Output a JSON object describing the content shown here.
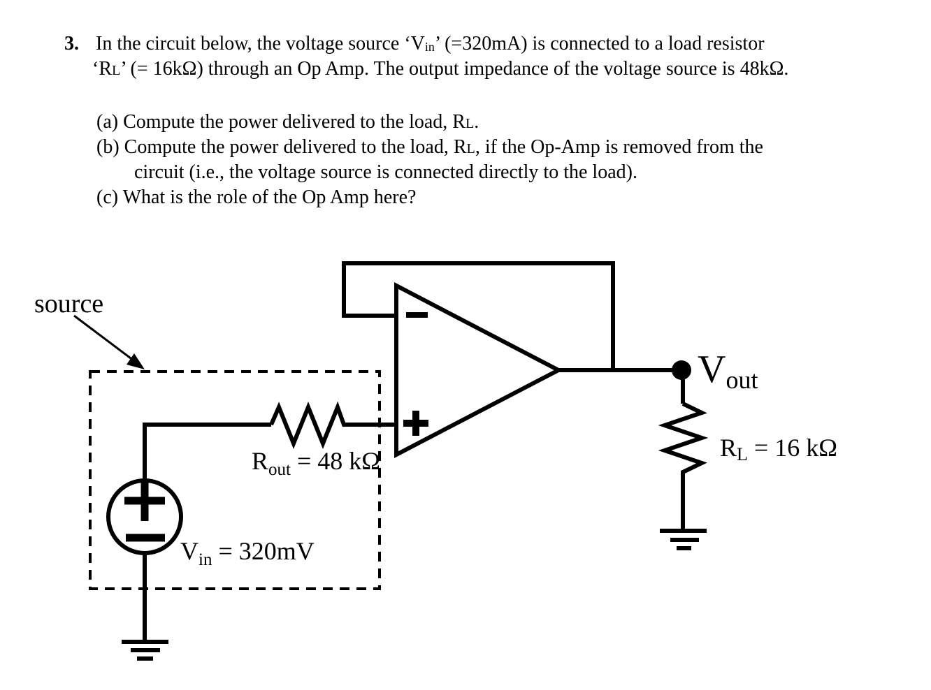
{
  "page": {
    "background": "#ffffff",
    "ink": "#000000"
  },
  "problem": {
    "number": "3.",
    "line1_pre": "In the circuit below, the voltage source ‘V",
    "line1_sub": "in",
    "line1_post": "’ (=320mA) is connected to a load resistor",
    "line2_pre": "‘R",
    "line2_sub": "L",
    "line2_post": "’ (= 16kΩ) through an Op Amp. The output impedance of the voltage source is 48kΩ.",
    "item_a_pre": "(a) Compute the power delivered to the load, R",
    "item_a_sub": "L",
    "item_a_post": ".",
    "item_b_pre": "(b) Compute the power delivered to the load, R",
    "item_b_sub": "L",
    "item_b_post": ", if the Op-Amp is removed from the",
    "item_b_cont": "circuit (i.e., the voltage source is connected directly to the load).",
    "item_c": "(c) What is the role of the Op Amp here?"
  },
  "circuit": {
    "source_label": "source",
    "vin_base": "V",
    "vin_sub": "in",
    "vin_rest": " = 320mV",
    "rout_base": "R",
    "rout_sub": "out",
    "rout_rest": " = 48 kΩ",
    "vout_base": "V",
    "vout_sub": "out",
    "rl_base": "R",
    "rl_sub": "L",
    "rl_rest": " = 16 kΩ",
    "polarity_plus": "+",
    "polarity_minus": "−"
  }
}
